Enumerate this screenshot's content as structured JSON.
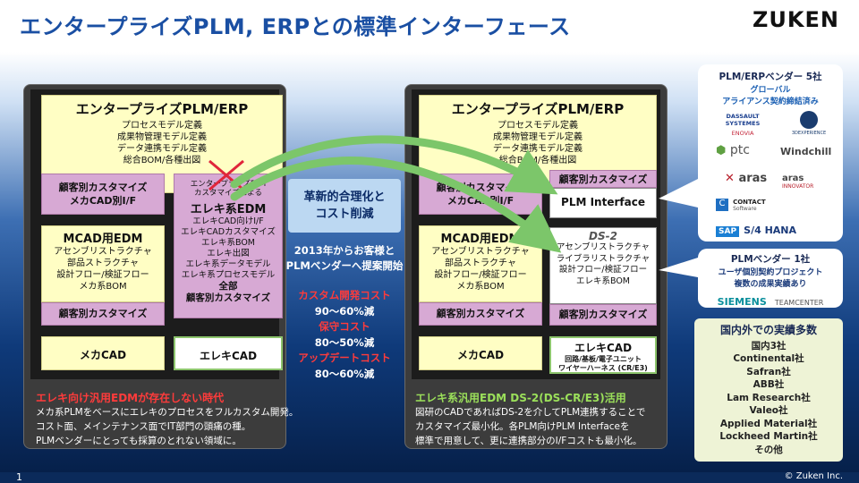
{
  "header": {
    "title": "エンタープライズPLM, ERPとの標準インターフェース",
    "logo": "ZUKEN"
  },
  "left_panel": {
    "erp_title": "エンタープライズPLM/ERP",
    "erp_lines": [
      "プロセスモデル定義",
      "成果物管理モデル定義",
      "データ連携モデル定義",
      "総合BOM/各種出図"
    ],
    "custom_mcad_if": [
      "顧客別カスタマイズ",
      "メカCAD別I/F"
    ],
    "edm_struck": [
      "エンタープライズPLM",
      "カスタマイズによる"
    ],
    "edm_title": "エレキ系EDM",
    "edm_lines": [
      "エレキCAD向けI/F",
      "エレキCADカスタマイズ",
      "エレキ系BOM",
      "エレキ出図",
      "エレキ系データモデル",
      "エレキ系プロセスモデル"
    ],
    "edm_all": [
      "全部",
      "顧客別カスタマイズ"
    ],
    "mcad_edm_title": "MCAD用EDM",
    "mcad_edm_lines": [
      "アセンブリストラクチャ",
      "部品ストラクチャ",
      "設計フロー/検証フロー",
      "メカ系BOM"
    ],
    "mcad_custom": "顧客別カスタマイズ",
    "mech_cad": "メカCAD",
    "elec_cad": "エレキCAD",
    "bottom_title": "エレキ向け汎用EDMが存在しない時代",
    "bottom_lines": [
      "メカ系PLMをベースにエレキのプロセスをフルカスタム開発。",
      "コスト面、メインテナンス面でIT部門の頭痛の種。",
      "PLMベンダーにとっても採算のとれない領域に。"
    ]
  },
  "center": {
    "box_lines": [
      "革新的合理化と",
      "コスト削減"
    ],
    "proposal_lines": [
      "2013年からお客様と",
      "PLMベンダーへ提案開始"
    ],
    "metrics": [
      {
        "label": "カスタム開発コスト",
        "value": "90～60%減"
      },
      {
        "label": "保守コスト",
        "value": "80～50%減"
      },
      {
        "label": "アップデートコスト",
        "value": "80～60%減"
      }
    ]
  },
  "right_panel": {
    "erp_title": "エンタープライズPLM/ERP",
    "erp_lines": [
      "プロセスモデル定義",
      "成果物管理モデル定義",
      "データ連携モデル定義",
      "総合BOM/各種出図"
    ],
    "custom_mcad_if": [
      "顧客別カスタマイズ",
      "メカCAD別I/F"
    ],
    "custom_top": "顧客別カスタマイズ",
    "plm_interface": "PLM Interface",
    "ds2_logo": "DS-2",
    "ds2_lines": [
      "アセンブリストラクチャ",
      "ライブラリストラクチャ",
      "設計フロー/検証フロー",
      "エレキ系BOM"
    ],
    "ds2_custom": "顧客別カスタマイズ",
    "mcad_edm_title": "MCAD用EDM",
    "mcad_edm_lines": [
      "アセンブリストラクチャ",
      "部品ストラクチャ",
      "設計フロー/検証フロー",
      "メカ系BOM"
    ],
    "mcad_custom": "顧客別カスタマイズ",
    "mech_cad": "メカCAD",
    "elec_cad_title": "エレキCAD",
    "elec_cad_lines": [
      "回路/基板/電子ユニット",
      "ワイヤーハーネス (CR/E3)"
    ],
    "bottom_title": "エレキ系汎用EDM DS-2(DS-CR/E3)活用",
    "bottom_lines": [
      "図研のCADであればDS-2を介してPLM連携することで",
      "カスタマイズ最小化。各PLM向けPLM Interfaceを",
      "標準で用意して、更に連携部分のI/Fコストも最小化。"
    ]
  },
  "vendors": {
    "global_title": "PLM/ERPベンダー 5社",
    "global_sub": [
      "グローバル",
      "アライアンス契約締結済み"
    ],
    "logos": {
      "dassault": [
        "DASSAULT",
        "SYSTEMES"
      ],
      "enovia": "ENOVIA",
      "threedx": "3DEXPERIENCE",
      "ptc": "ptc",
      "windchill": "Windchill",
      "aras": "aras",
      "aras_innovator": [
        "aras",
        "INNOVATOR"
      ],
      "contact": [
        "CONTACT",
        "Software"
      ],
      "sap": "SAP",
      "s4hana": "S/4 HANA",
      "siemens": "SIEMENS",
      "teamcenter": "TEAMCENTER"
    },
    "single_title": "PLMベンダー 1社",
    "single_sub": [
      "ユーザ個別契約プロジェクト",
      "複数の成果実績あり"
    ]
  },
  "results": {
    "title": "国内外での実績多数",
    "items": [
      "国内3社",
      "Continental社",
      "Safran社",
      "ABB社",
      "Lam Research社",
      "Valeo社",
      "Applied Material社",
      "Lockheed Martin社",
      "その他"
    ]
  },
  "footer": {
    "page_number": "1",
    "copyright": "© Zuken Inc."
  },
  "colors": {
    "title_blue": "#1a4fa3",
    "pink": "#d7a9d4",
    "beige": "#fffec4",
    "arrow_green": "#7cc66a",
    "highlight_red": "#ff3b3b",
    "bottom_title_red": "#ff3b3b",
    "bottom_title_green": "#9be05a"
  }
}
